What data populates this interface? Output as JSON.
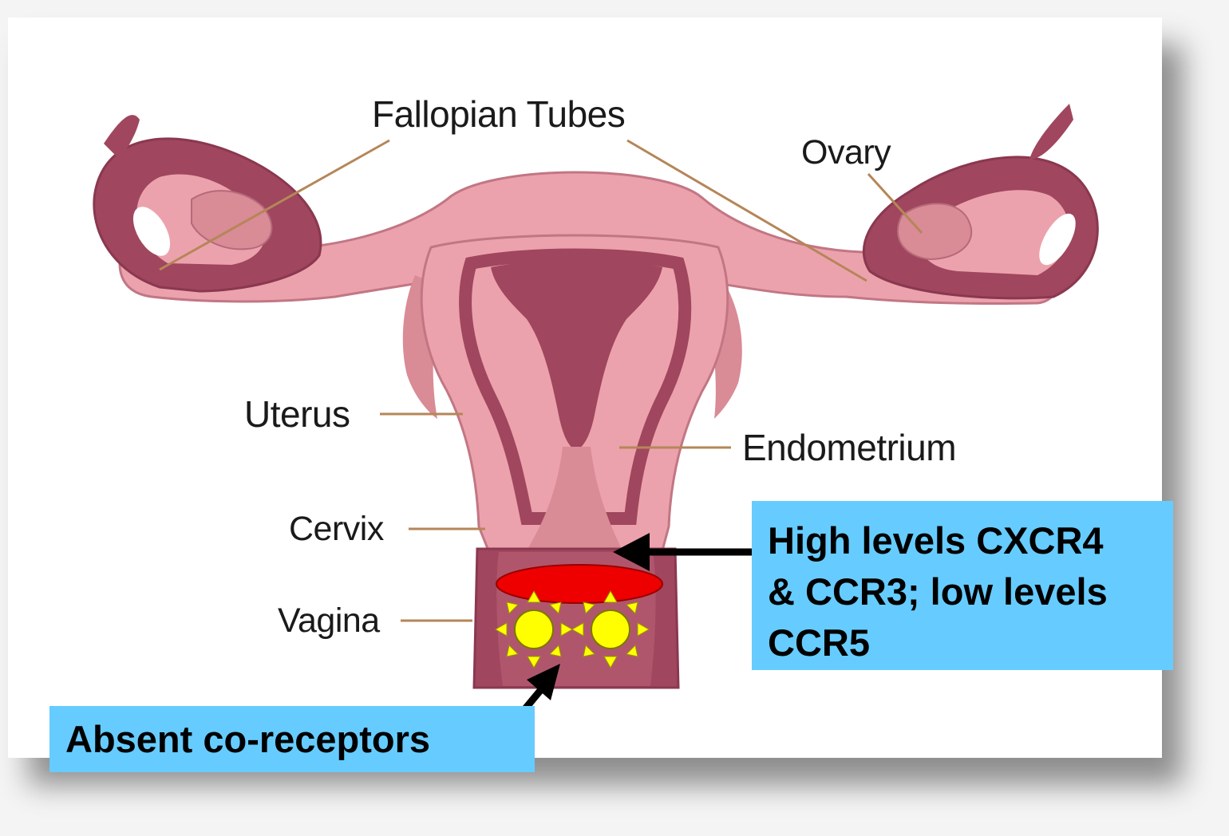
{
  "labels": {
    "fallopian_tubes": "Fallopian Tubes",
    "ovary": "Ovary",
    "uterus": "Uterus",
    "endometrium": "Endometrium",
    "cervix": "Cervix",
    "vagina": "Vagina"
  },
  "callouts": {
    "high_levels": "High levels CXCR4\n& CCR3; low levels\nCCR5",
    "absent": "Absent co-receptors"
  },
  "colors": {
    "tissue_light": "#eca2ac",
    "tissue_mid": "#d98b96",
    "tissue_dark": "#a0465e",
    "leader_line": "#b58658",
    "callout_bg": "#66ccff",
    "ellipse_red": "#ee0000",
    "sun_yellow": "#ffff00"
  }
}
